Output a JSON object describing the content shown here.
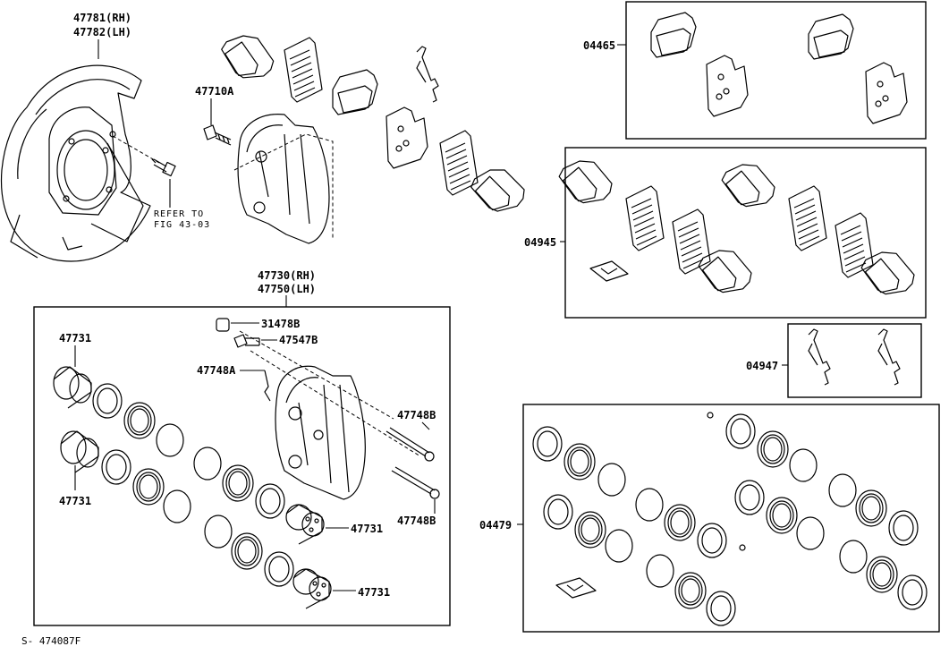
{
  "labels": {
    "shield_rh": "47781(RH)",
    "shield_lh": "47782(LH)",
    "bolt": "47710A",
    "refer_1": "REFER TO",
    "refer_2": "FIG 43-03",
    "caliper_rh": "47730(RH)",
    "caliper_lh": "47750(LH)",
    "bleeder_cap": "31478B",
    "bleeder": "47547B",
    "spring": "47748A",
    "pin_upper": "47748B",
    "pin_lower": "47748B",
    "piston_tl": "47731",
    "piston_ml": "47731",
    "piston_r1": "47731",
    "piston_r2": "47731",
    "kit_04465": "04465",
    "kit_04945": "04945",
    "kit_04947": "04947",
    "kit_04479": "04479",
    "footer": "S- 474087F"
  }
}
